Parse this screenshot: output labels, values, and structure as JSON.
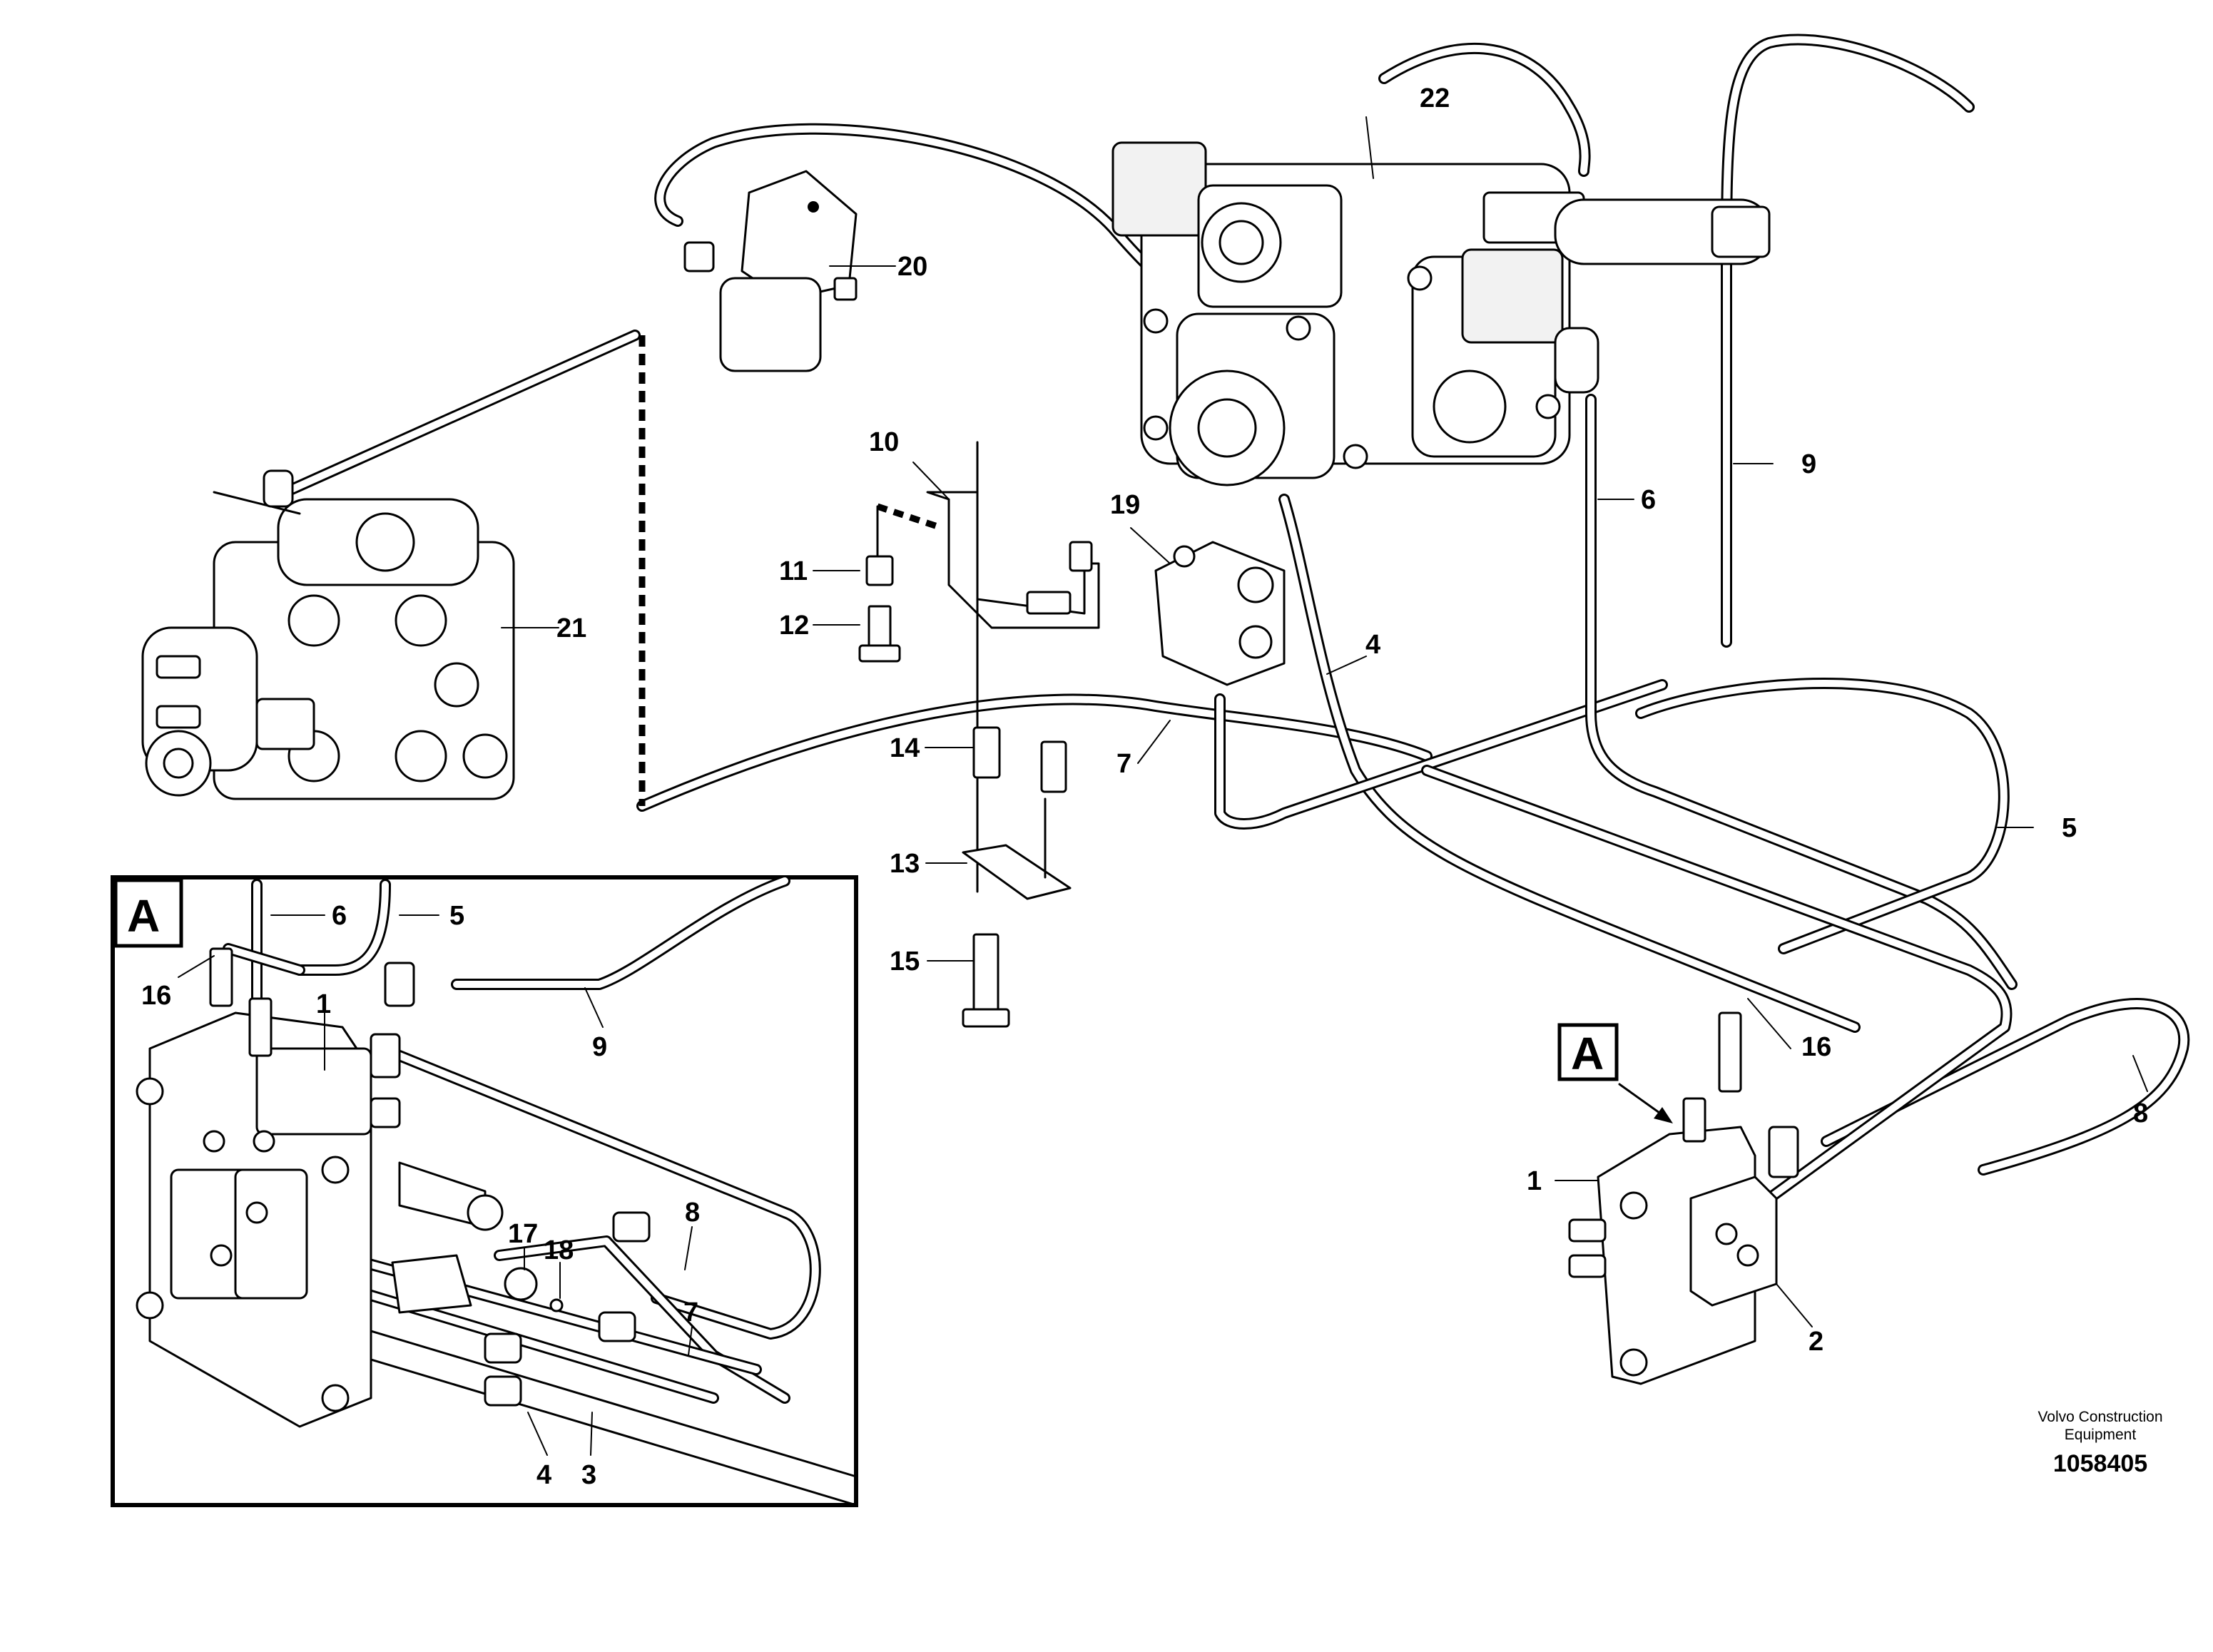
{
  "callouts": {
    "c1": "1",
    "c2": "2",
    "c3": "3",
    "c4": "4",
    "c5": "5",
    "c6": "6",
    "c7": "7",
    "c8": "8",
    "c9": "9",
    "c10": "10",
    "c11": "11",
    "c12": "12",
    "c13": "13",
    "c14": "14",
    "c15": "15",
    "c16": "16",
    "c17": "17",
    "c18": "18",
    "c19": "19",
    "c20": "20",
    "c21": "21",
    "c22": "22",
    "detail": "A"
  },
  "footer": {
    "brand_line1": "Volvo Construction",
    "brand_line2": "Equipment",
    "code": "1058405"
  },
  "colors": {
    "line": "#000000",
    "background": "#ffffff"
  }
}
